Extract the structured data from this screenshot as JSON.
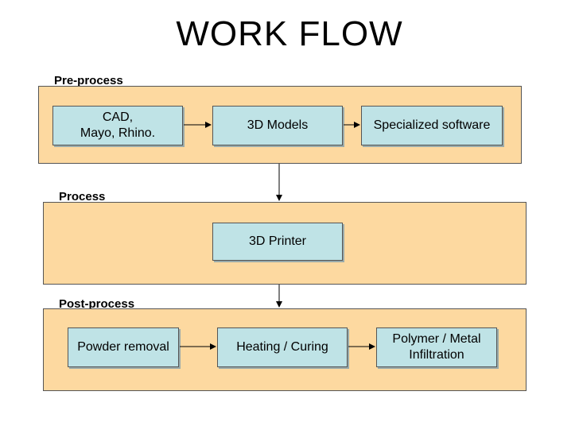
{
  "title": "WORK FLOW",
  "colors": {
    "panel_fill": "#fdd9a0",
    "node_fill": "#bfe3e6",
    "border": "#555555"
  },
  "sections": [
    {
      "label": "Pre-process",
      "nodes": [
        "CAD,\nMayo, Rhino.",
        "3D Models",
        "Specialized software"
      ]
    },
    {
      "label": "Process",
      "nodes": [
        "3D Printer"
      ]
    },
    {
      "label": "Post-process",
      "nodes": [
        "Powder removal",
        "Heating / Curing",
        "Polymer / Metal\nInfiltration"
      ]
    }
  ]
}
